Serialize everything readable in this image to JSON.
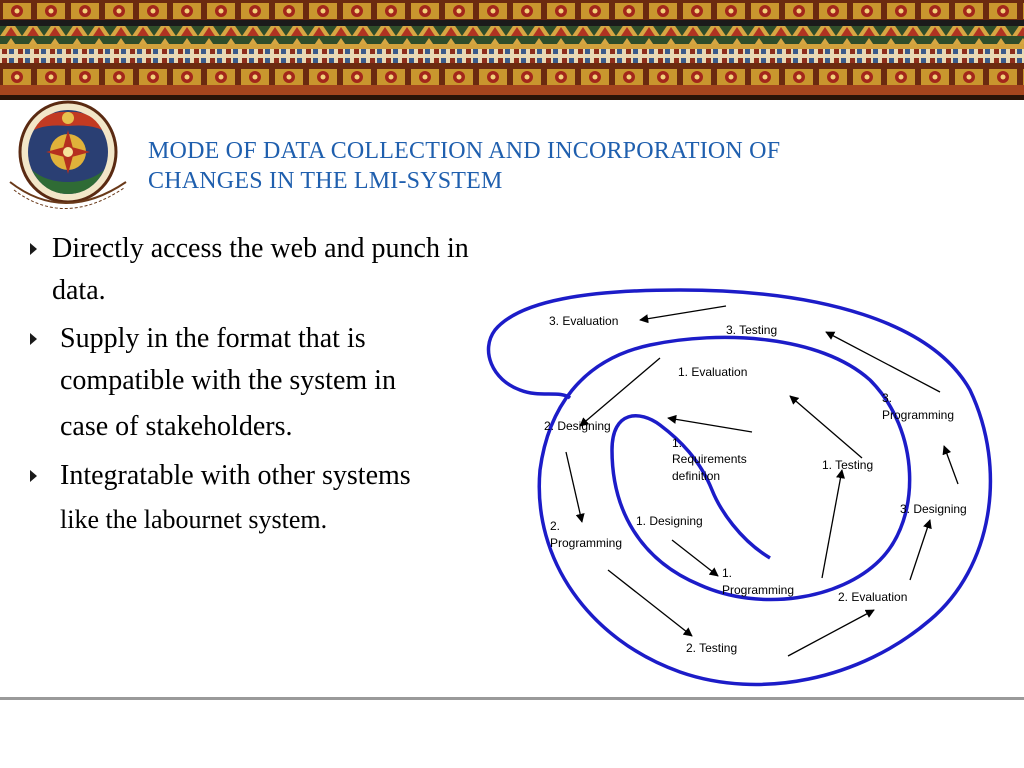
{
  "slide": {
    "title_line1": "Mode of data collection and incorporation of",
    "title_line2": "changes in the LMI-System",
    "colors": {
      "title": "#1f5fae",
      "spiral": "#1c1cc8",
      "arrows": "#000000",
      "banner": "#7a3a12"
    }
  },
  "bullets": [
    {
      "line1": "Directly access the web and punch in",
      "line2": "data."
    },
    {
      "line1": "Supply in the format that is",
      "line2": "compatible with the system in",
      "line3": "case of stakeholders."
    },
    {
      "line1": "Integratable with other systems",
      "line2": "like the labournet system."
    }
  ],
  "spiral_labels": {
    "req1": "1.",
    "req2": "Requirements",
    "req3": "definition",
    "design1": "1. Designing",
    "prog1a": "1.",
    "prog1b": "Programming",
    "test1": "1. Testing",
    "eval1": "1. Evaluation",
    "design2": "2. Designing",
    "prog2a": "2.",
    "prog2b": "Programming",
    "test2": "2. Testing",
    "eval2": "2. Evaluation",
    "design3": "3. Designing",
    "prog3a": "3.",
    "prog3b": "Programming",
    "test3": "3. Testing",
    "eval3": "3. Evaluation"
  },
  "icons": {
    "banner": "ornate-painted-beam-banner",
    "emblem": "national-emblem-seal",
    "bullet": "triangle-bullet-icon"
  }
}
